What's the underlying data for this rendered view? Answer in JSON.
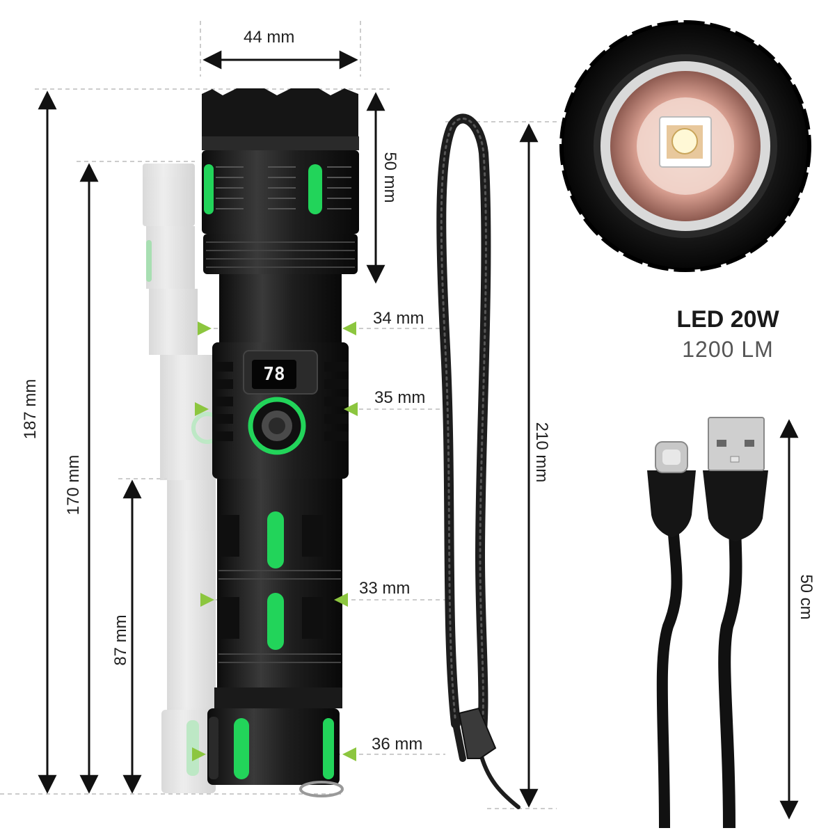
{
  "dimensions": {
    "head_width": "44 mm",
    "head_length": "50 mm",
    "neck_diameter": "34 mm",
    "switch_diameter": "35 mm",
    "body_diameter": "33 mm",
    "tail_diameter": "36 mm",
    "length_extended": "187 mm",
    "length_retracted": "170 mm",
    "battery_section": "87 mm",
    "strap_length": "210 mm",
    "cable_length": "50 cm"
  },
  "spec": {
    "power": "LED 20W",
    "lumens": "1200 LM"
  },
  "display_reading": "78",
  "colors": {
    "accent_green": "#22d45a",
    "body_black": "#1b1b1b",
    "arrow": "#111111",
    "marker_green": "#8cc63f"
  }
}
